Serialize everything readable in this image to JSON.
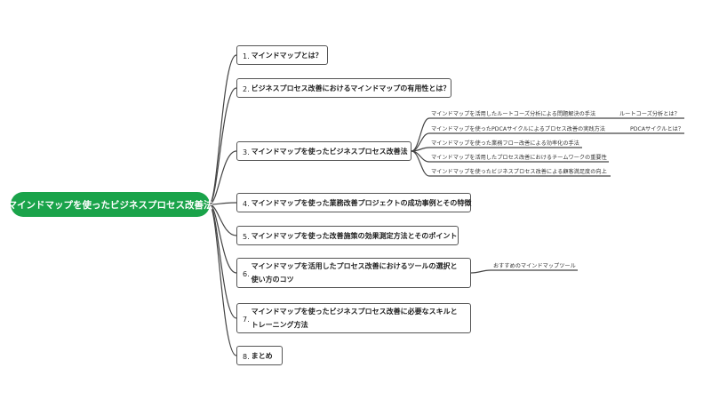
{
  "mindmap": {
    "root": "マインドマップを使ったビジネスプロセス改善法",
    "colors": {
      "root": "#1aa34a",
      "line": "#444444",
      "topic_border": "#555555"
    },
    "topics": [
      {
        "num": "1.",
        "label": "マインドマップとは？"
      },
      {
        "num": "2.",
        "label": "ビジネスプロセス改善におけるマインドマップの有用性とは？"
      },
      {
        "num": "3.",
        "label": "マインドマップを使ったビジネスプロセス改善法",
        "children": [
          {
            "label": "マインドマップを活用したルートコーズ分析による問題解決の手法",
            "children": [
              {
                "label": "ルートコーズ分析とは？"
              }
            ]
          },
          {
            "label": "マインドマップを使ったPDCAサイクルによるプロセス改善の実践方法",
            "children": [
              {
                "label": "PDCAサイクルとは？"
              }
            ]
          },
          {
            "label": "マインドマップを使った業務フロー改善による効率化の手法"
          },
          {
            "label": "マインドマップを活用したプロセス改善におけるチームワークの重要性"
          },
          {
            "label": "マインドマップを使ったビジネスプロセス改善による顧客満足度の向上"
          }
        ]
      },
      {
        "num": "4.",
        "label": "マインドマップを使った業務改善プロジェクトの成功事例とその特徴"
      },
      {
        "num": "5.",
        "label": "マインドマップを使った改善施策の効果測定方法とそのポイント"
      },
      {
        "num": "6.",
        "label": "マインドマップを活用したプロセス改善におけるツールの選択と使い方のコツ",
        "children": [
          {
            "label": "おすすめのマインドマップツール"
          }
        ]
      },
      {
        "num": "7.",
        "label": "マインドマップを使ったビジネスプロセス改善に必要なスキルとトレーニング方法"
      },
      {
        "num": "8.",
        "label": "まとめ"
      }
    ]
  }
}
